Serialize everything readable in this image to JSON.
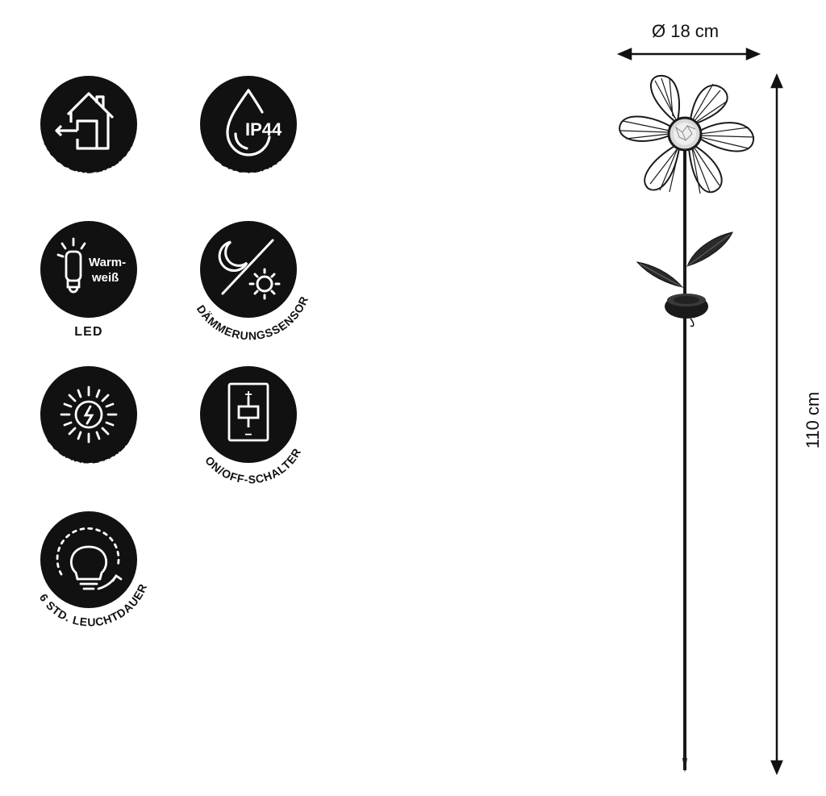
{
  "features": [
    {
      "id": "aussenbereich",
      "label": "AUSSENBEREICH",
      "icon": "house-exit-icon"
    },
    {
      "id": "schutzart",
      "label": "SCHUTZART",
      "icon": "water-drop-icon",
      "icon_text": "IP44"
    },
    {
      "id": "led",
      "label": "LED",
      "icon": "light-bulb-icon",
      "icon_text_line1": "Warm-",
      "icon_text_line2": "weiß"
    },
    {
      "id": "daemmerungssensor",
      "label": "DÄMMERUNGSSENSOR",
      "icon": "moon-sun-icon"
    },
    {
      "id": "solarbetrieb",
      "label": "SOLARBETRIEB",
      "icon": "solar-sun-icon"
    },
    {
      "id": "onoff",
      "label": "ON/OFF-SCHALTER",
      "icon": "switch-icon",
      "icon_plus": "+",
      "icon_minus": "−"
    },
    {
      "id": "leuchtdauer",
      "label": "6 STD. LEUCHTDAUER",
      "icon": "bulb-cycle-icon"
    }
  ],
  "dimensions": {
    "width_label": "Ø 18 cm",
    "height_label": "110 cm"
  },
  "colors": {
    "badge": "#111111",
    "icon_line": "#ffffff",
    "product": "#1a1a1a"
  }
}
